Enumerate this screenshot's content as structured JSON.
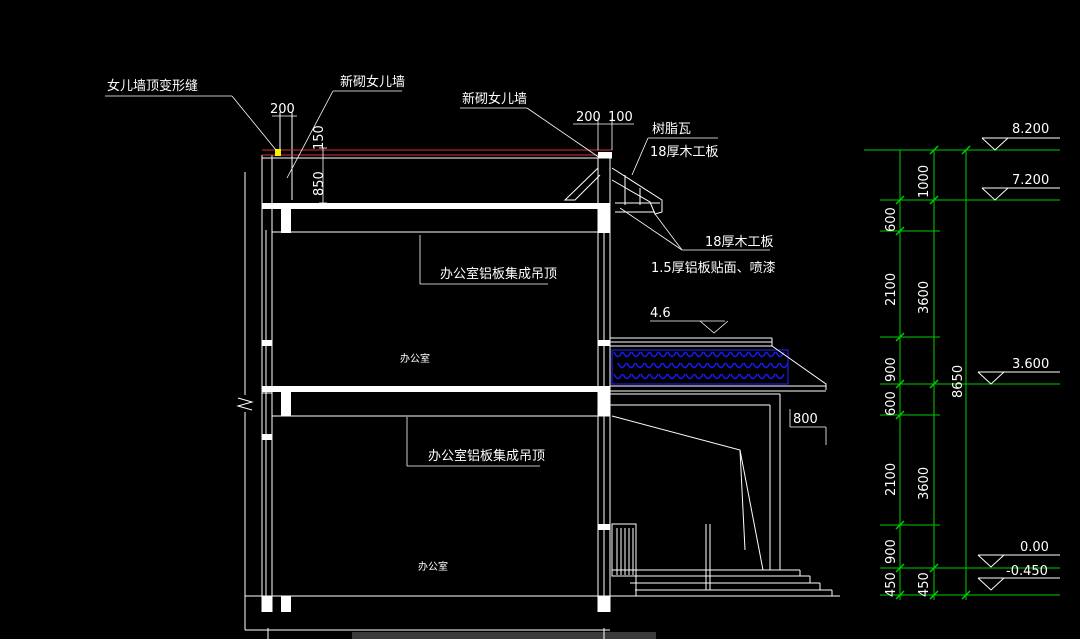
{
  "labels": {
    "parapet_joint": "女儿墙顶变形缝",
    "new_parapet_left": "新砌女儿墙",
    "new_parapet_right": "新砌女儿墙",
    "resin_tile": "树脂瓦",
    "board_18_top": "18厚木工板",
    "board_18_mid": "18厚木工板",
    "alu_board": "1.5厚铝板贴面、喷漆",
    "ceiling_upper": "办公室铝板集成吊顶",
    "ceiling_lower": "办公室铝板集成吊顶",
    "room_upper": "办公室",
    "room_lower": "办公室"
  },
  "dims": {
    "d200_left": "200",
    "d150": "150",
    "d850": "850",
    "d200_right": "200",
    "d100": "100",
    "d46": "4.6",
    "d800": "800"
  },
  "elevations": {
    "e8200": "8.200",
    "e7200": "7.200",
    "e3600": "3.600",
    "e000": "0.00",
    "em0450": "-0.450"
  },
  "vertical_dims": {
    "c1_1000": "1000",
    "c1_600a": "600",
    "c1_2100a": "2100",
    "c1_900a": "900",
    "c1_600b": "600",
    "c1_2100b": "2100",
    "c1_900b": "900",
    "c1_450a": "450",
    "c2_3600a": "3600",
    "c2_3600b": "3600",
    "c2_450": "450",
    "c3_8650": "8650"
  },
  "colors": {
    "background": "#000000",
    "lines": "#ffffff",
    "dimension_lines": "#00cc00",
    "tile_fill": "#1a1aff",
    "parapet_cap": "#cc3333",
    "joint_mark": "#ffee00"
  }
}
